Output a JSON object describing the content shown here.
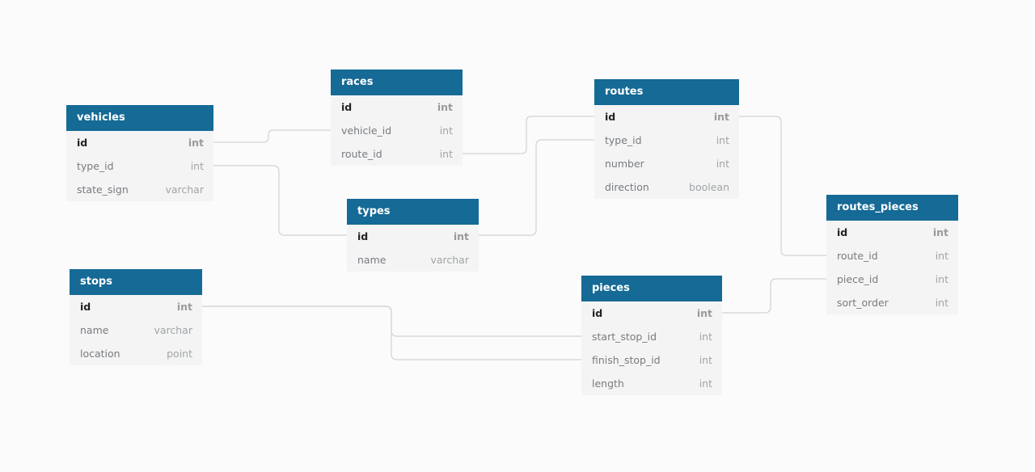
{
  "tables": {
    "vehicles": {
      "title": "vehicles",
      "columns": [
        {
          "name": "id",
          "type": "int"
        },
        {
          "name": "type_id",
          "type": "int"
        },
        {
          "name": "state_sign",
          "type": "varchar"
        }
      ]
    },
    "races": {
      "title": "races",
      "columns": [
        {
          "name": "id",
          "type": "int"
        },
        {
          "name": "vehicle_id",
          "type": "int"
        },
        {
          "name": "route_id",
          "type": "int"
        }
      ]
    },
    "types": {
      "title": "types",
      "columns": [
        {
          "name": "id",
          "type": "int"
        },
        {
          "name": "name",
          "type": "varchar"
        }
      ]
    },
    "routes": {
      "title": "routes",
      "columns": [
        {
          "name": "id",
          "type": "int"
        },
        {
          "name": "type_id",
          "type": "int"
        },
        {
          "name": "number",
          "type": "int"
        },
        {
          "name": "direction",
          "type": "boolean"
        }
      ]
    },
    "routes_pieces": {
      "title": "routes_pieces",
      "columns": [
        {
          "name": "id",
          "type": "int"
        },
        {
          "name": "route_id",
          "type": "int"
        },
        {
          "name": "piece_id",
          "type": "int"
        },
        {
          "name": "sort_order",
          "type": "int"
        }
      ]
    },
    "stops": {
      "title": "stops",
      "columns": [
        {
          "name": "id",
          "type": "int"
        },
        {
          "name": "name",
          "type": "varchar"
        },
        {
          "name": "location",
          "type": "point"
        }
      ]
    },
    "pieces": {
      "title": "pieces",
      "columns": [
        {
          "name": "id",
          "type": "int"
        },
        {
          "name": "start_stop_id",
          "type": "int"
        },
        {
          "name": "finish_stop_id",
          "type": "int"
        },
        {
          "name": "length",
          "type": "int"
        }
      ]
    }
  },
  "colors": {
    "header": "#156a96",
    "connector": "#cfd3d7",
    "background": "#fbfbfb"
  }
}
